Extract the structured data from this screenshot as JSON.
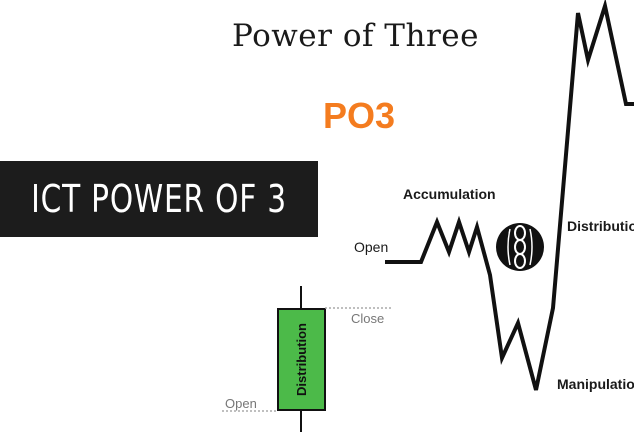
{
  "header": {
    "title": "Power of Three",
    "subtitle": "PO3"
  },
  "banner": {
    "text": "ICT POWER OF 3"
  },
  "price_path": {
    "labels": {
      "open": "Open",
      "accumulation": "Accumulation",
      "manipulation": "Manipulation",
      "distribution": "Distribution"
    }
  },
  "candle": {
    "body_label": "Distribution",
    "open_label": "Open",
    "close_label": "Close"
  },
  "icons": {
    "center": "chain-link-emblem-icon"
  },
  "colors": {
    "subtitle": "#f47c1f",
    "banner_bg": "#1c1c1c",
    "banner_text": "#ffffff",
    "candle_body": "#4cba49",
    "line": "#111111",
    "dotted": "#aaaaaa"
  }
}
